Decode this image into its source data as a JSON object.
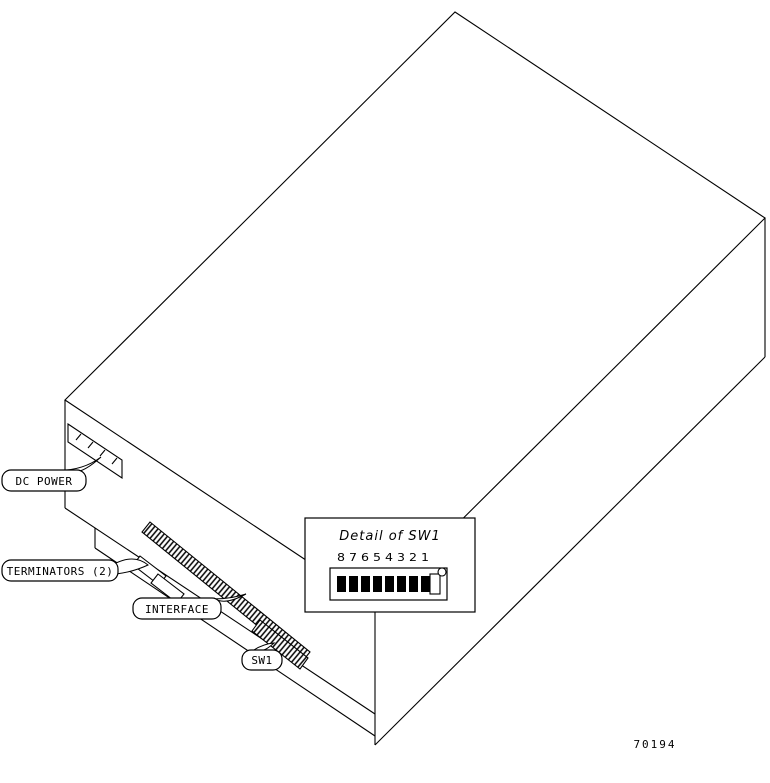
{
  "figure": {
    "number": "70194",
    "description": "Isometric line drawing of a drive enclosure showing rear-panel components"
  },
  "callouts": {
    "dc_power": {
      "label": "DC POWER"
    },
    "terminators": {
      "label": "TERMINATORS (2)"
    },
    "interface": {
      "label": "INTERFACE"
    },
    "sw1": {
      "label": "SW1"
    }
  },
  "detail": {
    "title": "Detail of SW1",
    "positions": "8 7 6 5 4 3 2 1",
    "switch_count": 8,
    "open_position": "1"
  },
  "colors": {
    "line": "#000000",
    "background": "#ffffff",
    "switch_filled": "#000000"
  }
}
